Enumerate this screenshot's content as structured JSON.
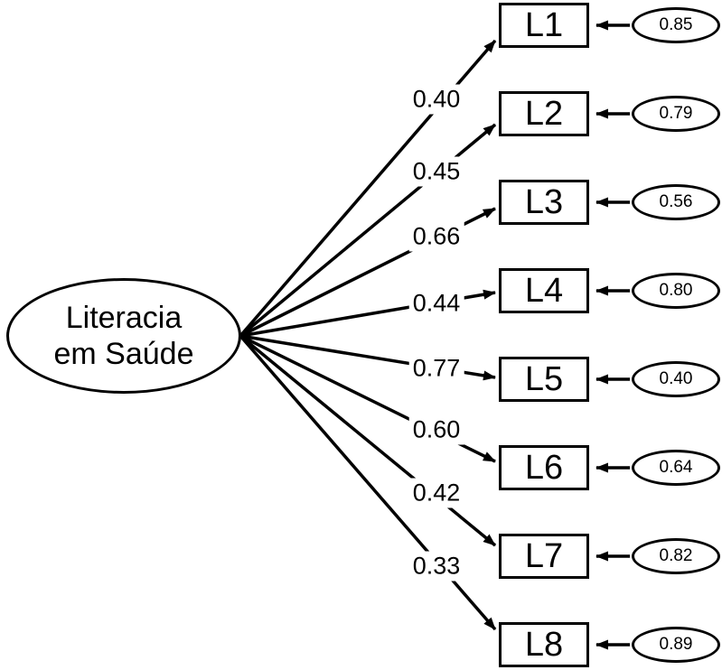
{
  "diagram": {
    "type": "sem-path-diagram",
    "latent": {
      "label_line1": "Literacia",
      "label_line2": "em Saúde"
    },
    "indicators": [
      {
        "label": "L1",
        "loading": "0.40",
        "error": "0.85"
      },
      {
        "label": "L2",
        "loading": "0.45",
        "error": "0.79"
      },
      {
        "label": "L3",
        "loading": "0.66",
        "error": "0.56"
      },
      {
        "label": "L4",
        "loading": "0.44",
        "error": "0.80"
      },
      {
        "label": "L5",
        "loading": "0.77",
        "error": "0.40"
      },
      {
        "label": "L6",
        "loading": "0.60",
        "error": "0.64"
      },
      {
        "label": "L7",
        "loading": "0.42",
        "error": "0.82"
      },
      {
        "label": "L8",
        "loading": "0.33",
        "error": "0.89"
      }
    ],
    "colors": {
      "stroke": "#000000",
      "background": "#ffffff"
    }
  }
}
